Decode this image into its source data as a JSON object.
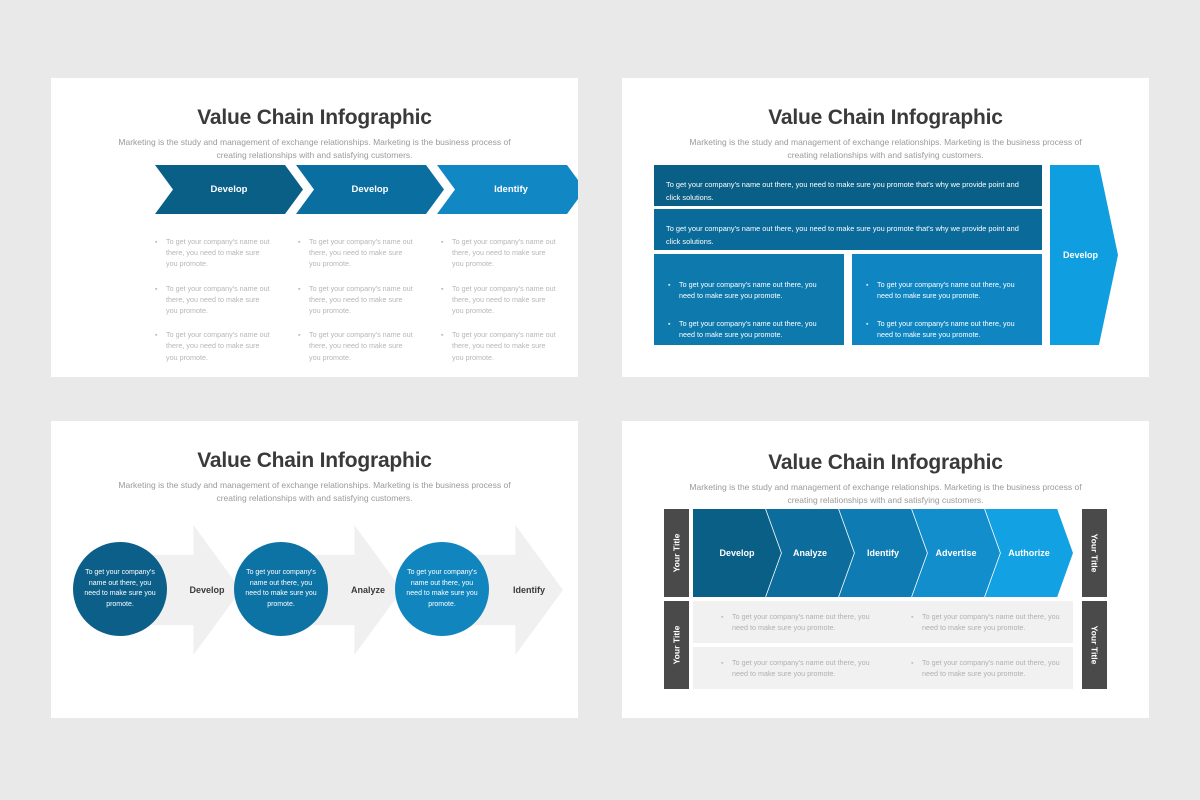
{
  "meta": {
    "background": "#e9e9e9",
    "card_background": "#ffffff"
  },
  "common": {
    "title": "Value Chain Infographic",
    "subtitle": "Marketing is the study and management of exchange relationships. Marketing is the business process of creating relationships with and satisfying customers.",
    "bullet_text": "To get your company's name out there, you need to make sure you promote.",
    "bullet_glyph": "▪"
  },
  "panel1": {
    "title": "Value Chain Infographic",
    "subtitle": "Marketing is the study and management of exchange relationships. Marketing is the business process of creating relationships with and satisfying customers.",
    "chevrons": [
      {
        "label": "Develop",
        "color": "#0a5f87"
      },
      {
        "label": "Develop",
        "color": "#0a6fa0"
      },
      {
        "label": "Identify",
        "color": "#1187c4"
      }
    ],
    "columns": [
      {
        "bullets": [
          "To get your company's name out there, you need to make sure you promote.",
          "To get your company's name out there, you need to make sure you promote.",
          "To get your company's name out there, you need to make sure you promote."
        ]
      },
      {
        "bullets": [
          "To get your company's name out there, you need to make sure you promote.",
          "To get your company's name out there, you need to make sure you promote.",
          "To get your company's name out there, you need to make sure you promote."
        ]
      },
      {
        "bullets": [
          "To get your company's name out there, you need to make sure you promote.",
          "To get your company's name out there, you need to make sure you promote.",
          "To get your company's name out there, you need to make sure you promote."
        ]
      }
    ]
  },
  "panel2": {
    "title": "Value Chain Infographic",
    "subtitle": "Marketing is the study and management of exchange relationships. Marketing is the business process of creating relationships with and satisfying customers.",
    "bars": [
      {
        "text": "To get your company's name out there, you need to make sure you promote that's why we provide point and click solutions.",
        "color": "#0a5f87"
      },
      {
        "text": "To get your company's name out there, you need to make sure you promote that's why we provide point and click solutions.",
        "color": "#0a6b9a"
      }
    ],
    "boxes": [
      {
        "color": "#0d79ad",
        "bullets": [
          "To get your company's name out there, you need to make sure you promote.",
          "To get your company's name out there, you need to make sure you promote."
        ]
      },
      {
        "color": "#0f86c2",
        "bullets": [
          "To get your company's name out there, you need to make sure you promote.",
          "To get your company's name out there, you need to make sure you promote."
        ]
      }
    ],
    "arrow": {
      "label": "Develop",
      "color": "#0f9fe0"
    }
  },
  "panel3": {
    "title": "Value Chain Infographic",
    "subtitle": "Marketing is the study and management of exchange relationships. Marketing is the business process of creating relationships with and satisfying customers.",
    "steps": [
      {
        "label": "Develop",
        "circle_text": "To get your company's name out there, you need to make sure you promote.",
        "circle_color": "#0c5f88",
        "arrow_color": "#f0f0f0"
      },
      {
        "label": "Analyze",
        "circle_text": "To get your company's name out there, you need to make sure you promote.",
        "circle_color": "#0d72a4",
        "arrow_color": "#f0f0f0"
      },
      {
        "label": "Identify",
        "circle_text": "To get your company's name out there, you need to make sure you promote.",
        "circle_color": "#1185be",
        "arrow_color": "#f0f0f0"
      }
    ]
  },
  "panel4": {
    "title": "Value Chain Infographic",
    "subtitle": "Marketing is the study and management of exchange relationships. Marketing is the business process of creating relationships with and satisfying customers.",
    "side_labels": {
      "top_left": "Your Title",
      "bottom_left": "Your Title",
      "top_right": "Your Title",
      "bottom_right": "Your Title",
      "color": "#4a4a4a"
    },
    "chevrons": [
      {
        "label": "Develop",
        "color": "#0a5f87"
      },
      {
        "label": "Analyze",
        "color": "#0c6d9c"
      },
      {
        "label": "Identify",
        "color": "#0e7cb2"
      },
      {
        "label": "Advertise",
        "color": "#118ecb"
      },
      {
        "label": "Authorize",
        "color": "#12a2e3"
      }
    ],
    "rows": [
      {
        "cells": [
          "To get your company's name out there, you need to make sure you promote.",
          "To get your company's name out there, you need to make sure you promote."
        ]
      },
      {
        "cells": [
          "To get your company's name out there, you need to make sure you promote.",
          "To get your company's name out there, you need to make sure you promote."
        ]
      }
    ]
  }
}
